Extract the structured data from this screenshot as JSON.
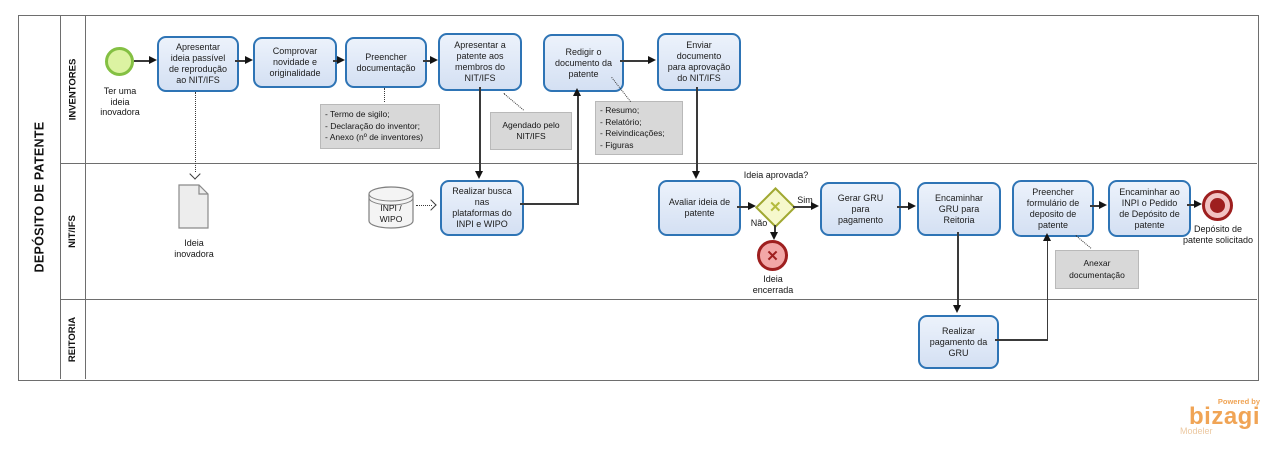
{
  "pool": {
    "title": "DEPÓSITO DE PATENTE",
    "lanes": [
      "INVENTORES",
      "NIT/IFS",
      "REITORIA"
    ]
  },
  "events": {
    "start": {
      "label": "Ter uma\nideia\ninovadora"
    },
    "end_error": {
      "label": "Ideia\nencerrada",
      "glyph": "✕"
    },
    "end_terminate": {
      "label": "Depósito de\npatente solicitado"
    }
  },
  "tasks": {
    "t1": "Apresentar\nideia passível\nde reprodução\nao NIT/IFS",
    "t2": "Comprovar\nnovidade e\noriginalidade",
    "t3": "Preencher\ndocumentação",
    "t4": "Apresentar a\npatente aos\nmembros do\nNIT/IFS",
    "t5": "Redigir o\ndocumento da\npatente",
    "t6": "Enviar\ndocumento\npara aprovação\ndo NIT/IFS",
    "t7": "Realizar busca\nnas\nplataformas do\nINPI e WIPO",
    "t8": "Avaliar ideia de\npatente",
    "t9": "Gerar GRU\npara\npagamento",
    "t10": "Encaminhar\nGRU para\nReitoria",
    "t11": "Preencher\nformulário de\ndeposito de\npatente",
    "t12": "Encaminhar ao\nINPI o Pedido\nde Depósito de\npatente",
    "t13": "Realizar\npagamento da\nGRU"
  },
  "gateway": {
    "question": "Ideia aprovada?",
    "yes": "Sim",
    "no": "Não",
    "glyph": "✕"
  },
  "annotations": {
    "a1": "- Termo de sigilo;\n- Declaração do inventor;\n- Anexo (nº de inventores)",
    "a2": "Agendado pelo\nNIT/IFS",
    "a3": "- Resumo;\n- Relatório;\n- Reivindicações;\n- Figuras",
    "a4": "Anexar\ndocumentação"
  },
  "artifacts": {
    "document_label": "Ideia\ninovadora",
    "datastore_label": "INPI /\nWIPO"
  },
  "branding": {
    "powered_by": "Powered by",
    "name": "bizagi",
    "product": "Modeler"
  },
  "colors": {
    "task_border": "#2e74b5",
    "task_fill": "#dfe9f8",
    "start_border": "#84c043",
    "start_fill": "#dcf3a2",
    "end_red": "#9e1f1f",
    "end_err_fill": "#f2a7a7",
    "gateway_border": "#a0a832",
    "gateway_fill": "#f6f8cc",
    "annotation_bg": "#d8d8d8",
    "bizagi_orange": "#f0a455"
  }
}
